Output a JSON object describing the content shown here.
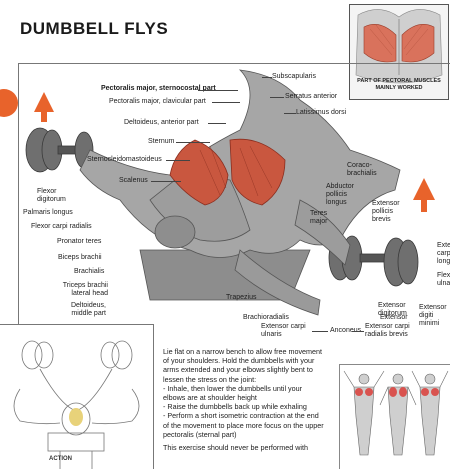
{
  "title": "DUMBBELL FLYS",
  "inset_caption": [
    "PART OF PECTORAL MUSCLES",
    "MAINLY WORKED"
  ],
  "labels_left": [
    {
      "text": "Pectoralis major, sternocostal part",
      "bold": true
    },
    {
      "text": "Pectoralis major, clavicular part"
    },
    {
      "text": "Deltoideus, anterior part"
    },
    {
      "text": "Sternum"
    },
    {
      "text": "Sternocleidomastoideus"
    },
    {
      "text": "Scalenus"
    },
    {
      "text": "Flexor digitorum"
    },
    {
      "text": "Palmaris longus"
    },
    {
      "text": "Flexor carpi radialis"
    },
    {
      "text": "Pronator teres"
    },
    {
      "text": "Biceps brachii"
    },
    {
      "text": "Brachialis"
    },
    {
      "text": "Triceps brachii lateral head"
    },
    {
      "text": "Deltoideus, middle part"
    }
  ],
  "labels_right": [
    {
      "text": "Subscapularis"
    },
    {
      "text": "Serratus anterior"
    },
    {
      "text": "Latissimus dorsi"
    },
    {
      "text": "Coraco-brachialis"
    },
    {
      "text": "Abductor pollicis longus"
    },
    {
      "text": "Extensor pollicis brevis"
    },
    {
      "text": "Teres major"
    },
    {
      "text": "Extensor carpi radialis longus"
    },
    {
      "text": "Flexor carpi ulnaris"
    },
    {
      "text": "Extensor digiti minimi"
    },
    {
      "text": "Extensor digitorum"
    },
    {
      "text": "Extensor carpi radialis brevis"
    }
  ],
  "labels_bottom": [
    {
      "text": "Trapezius"
    },
    {
      "text": "Brachioradialis"
    },
    {
      "text": "Extensor carpi ulnaris"
    },
    {
      "text": "Anconeus"
    },
    {
      "text": "Extensor"
    }
  ],
  "action_label": "ACTION",
  "description": [
    "Lie flat on a narrow bench to allow free movement",
    "of your shoulders. Hold the dumbbells with your",
    "arms extended and your elbows slightly bent to",
    "lessen the stress on the joint:",
    "- Inhale, then lower the dumbbells until your",
    "elbows are at shoulder height",
    "- Raise the dumbbells back up while exhaling",
    "- Perform a short isometric contraction at the end",
    "of the movement to place more focus on the upper",
    "pectoralis (sternal part)",
    "This exercise should never be performed with"
  ],
  "colors": {
    "accent_orange": "#e8632b",
    "muscle_red": "#c9573f",
    "skin_gray": "#9a9a9a",
    "line": "#444444"
  }
}
